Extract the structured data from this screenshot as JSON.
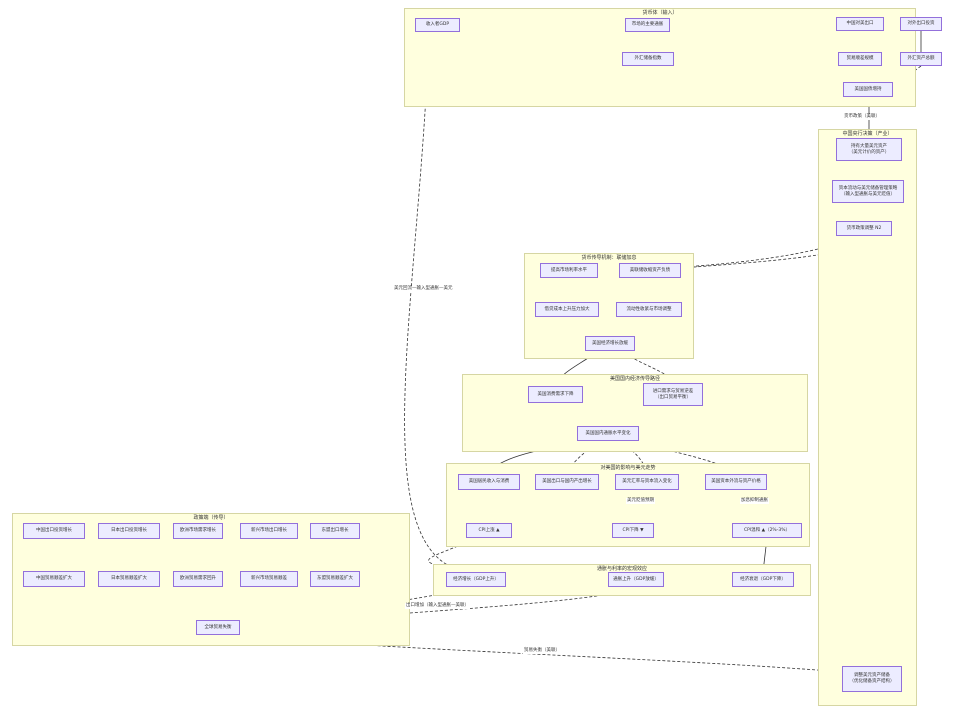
{
  "clusters": {
    "top": "货币体（输入）",
    "right": "中国央行决策（产业）",
    "policy": "货币传导机制：联储加息",
    "mid": "美国国内经济传导路径",
    "lower": "对美国的影响与美元走势",
    "sub": "通胀与利率的宏观效应",
    "left": "政策端（传导）"
  },
  "nodes": {
    "gdp": "收入者GDP",
    "t_p1": "市场的主要通胀",
    "t_p2": "外汇储备指数",
    "t_r1": "中国对美出口",
    "t_r2": "对外出口投资",
    "t_r1b": "贸易顺差规模",
    "t_r2b": "外汇资产总额",
    "t_sum": "美国国债增持",
    "r1": "持有大量美元资产\n（美元计价的资产）",
    "r2": "资本流动与美元储备管理策略\n（输入型通胀与美元贬值）",
    "r3": "货币政策调整 N2",
    "p1": "提高市场利率水平",
    "p2": "美联储收缩资产负债",
    "p3": "借贷成本上升压力加大",
    "p4": "流动性收紧与市场调整",
    "p5": "美国经济增长放缓",
    "m1": "美国消费需求下降",
    "m2": "进口需求与贸易逆差\n（出口贸易平衡）",
    "m3": "美国国内通胀水平变化",
    "l1": "美国居民收入与消费",
    "l2": "美国出口与国内产出增长",
    "l3": "美元汇率与资本流入变化",
    "l4": "美国资本外流与资产价格",
    "l5": "CPI上涨 ▲",
    "l6": "CPI下降 ▼",
    "l7": "CPI温和 ▲（2%-3%）",
    "s1": "经济增长（GDP上升）",
    "s2": "通胀上升（GDP放缓）",
    "s3": "经济衰退（GDP下降）",
    "e1": "中国出口投资增长",
    "e2": "日本出口投资增长",
    "e3": "欧洲市场需求增长",
    "e4": "新兴市场出口增长",
    "e5": "东盟出口增长",
    "e1b": "中国贸易顺差扩大",
    "e2b": "日本贸易顺差扩大",
    "e3b": "欧洲贸易需求回升",
    "e4b": "新兴市场贸易顺差",
    "e5b": "东盟贸易顺差扩大",
    "esum": "全球贸易失衡",
    "rb": "调整美元资产储备\n（优化储备资产结构）"
  },
  "edge_labels": {
    "left_vert": "美元回流—输入型通胀—美元",
    "fed": "货币政策（美联）",
    "dep": "美元贬值预期",
    "rate": "加息抑制通胀",
    "trade": "出口增加（输入型通胀—美联）",
    "bottom": "贸易失衡（美联）"
  }
}
